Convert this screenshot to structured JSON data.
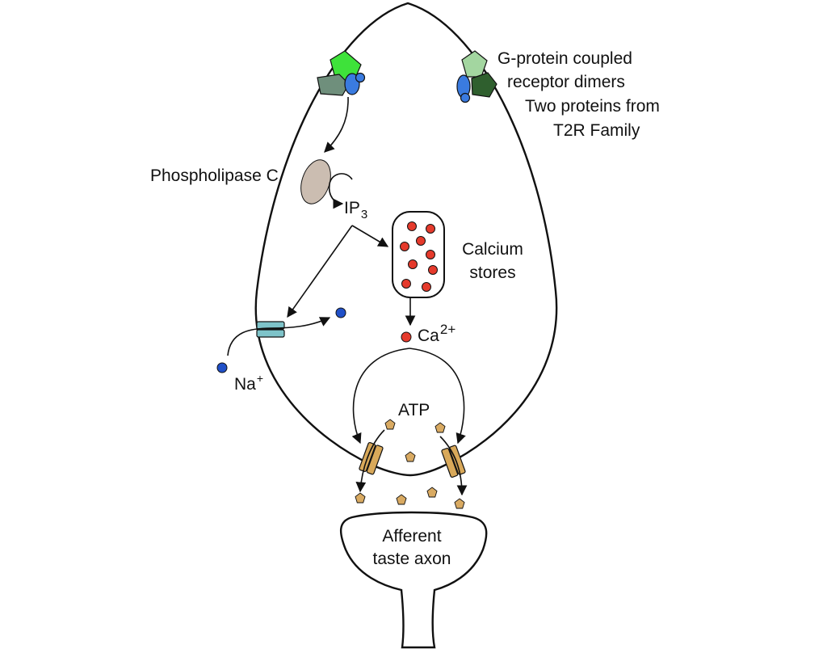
{
  "labels": {
    "gpcr_line1": "G-protein coupled",
    "gpcr_line2": "receptor dimers",
    "t2r_line1": "Two proteins from",
    "t2r_line2": "T2R Family",
    "plc": "Phospholipase C",
    "ip3_main": "IP",
    "ip3_sub": "3",
    "calcium_line1": "Calcium",
    "calcium_line2": "stores",
    "ca_main": "Ca",
    "ca_sup": "2+",
    "na_main": "Na",
    "na_sup": "+",
    "atp": "ATP",
    "axon_line1": "Afferent",
    "axon_line2": "taste axon"
  },
  "colors": {
    "outline": "#111111",
    "receptor_bright_green": "#3ee23a",
    "receptor_grey_green": "#6f8f7c",
    "receptor_light_green": "#a3d6a0",
    "receptor_dark_green": "#2f5f2e",
    "g_protein_blue": "#3a7be0",
    "phospholipase": "#cbbdb1",
    "calcium_ion": "#e53a2c",
    "sodium_ion": "#2050c8",
    "sodium_channel": "#7ec3c9",
    "atp_channel": "#d9a95a",
    "atp_molecule": "#d9aa62"
  },
  "icons": [
    "receptor-dimer-left",
    "receptor-dimer-right",
    "phospholipase-c",
    "calcium-store-vesicle",
    "sodium-channel",
    "atp-channel-left",
    "atp-channel-right",
    "afferent-axon"
  ]
}
